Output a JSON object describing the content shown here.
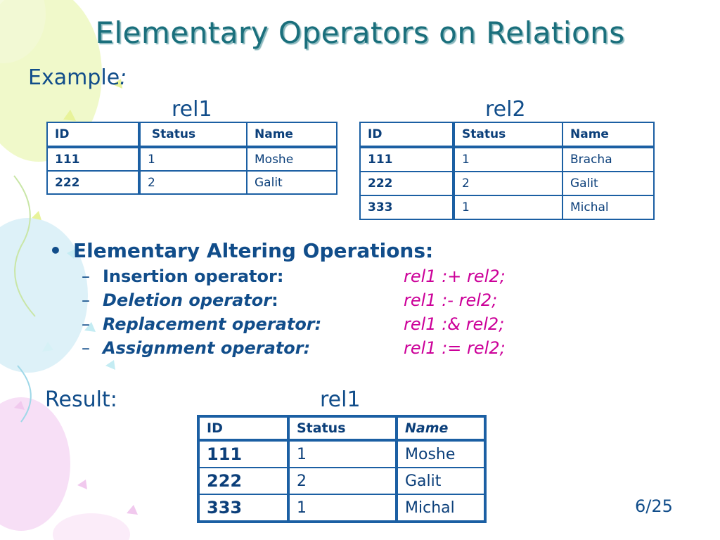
{
  "title": "Elementary Operators on Relations",
  "example_label": "Example",
  "example_colon": ":",
  "rel1_label": "rel1",
  "rel2_label": "rel2",
  "rel1_table": {
    "headers": [
      "ID",
      "Status",
      "Name"
    ],
    "rows": [
      [
        "111",
        "1",
        "Moshe"
      ],
      [
        "222",
        "2",
        "Galit"
      ]
    ]
  },
  "rel2_table": {
    "headers": [
      "ID",
      "Status",
      "Name"
    ],
    "rows": [
      [
        "111",
        "1",
        "Bracha"
      ],
      [
        "222",
        "2",
        "Galit"
      ],
      [
        "333",
        "1",
        "Michal"
      ]
    ]
  },
  "bullet_title": "Elementary Altering Operations:",
  "operators": [
    {
      "label": "Insertion operator:",
      "code": "rel1 :+ rel2;"
    },
    {
      "label": "Deletion operator",
      "colon": ":",
      "code": "rel1 :- rel2;"
    },
    {
      "label": "Replacement operator:",
      "code": "rel1 :& rel2;"
    },
    {
      "label": "Assignment operator:",
      "code": "rel1 := rel2;"
    }
  ],
  "result_label": "Result:",
  "result_rel_label": "rel1",
  "result_table": {
    "headers": [
      "ID",
      "Status",
      "Name"
    ],
    "rows": [
      [
        "111",
        "1",
        "Moshe"
      ],
      [
        "222",
        "2",
        "Galit"
      ],
      [
        "333",
        "1",
        "Michal"
      ]
    ]
  },
  "page_number": "6/25",
  "colors": {
    "text": "#114d8a",
    "title": "#1a6f7c",
    "code": "#cc0099",
    "table_border": "#1b5fa3"
  }
}
